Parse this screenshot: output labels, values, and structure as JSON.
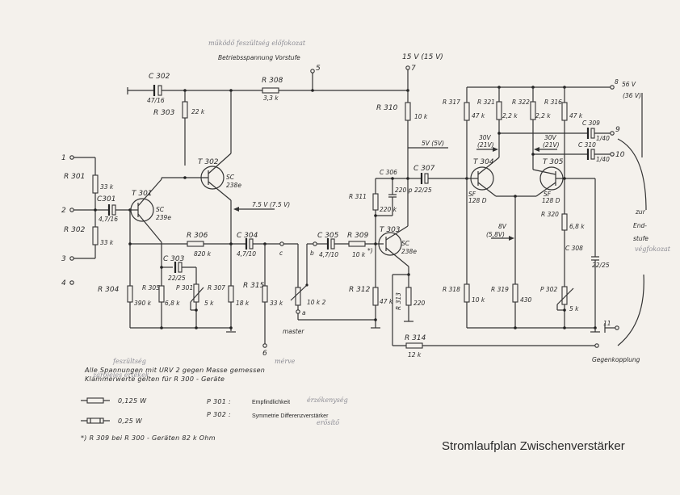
{
  "title": "Stromlaufplan Zwischenverstärker",
  "supply": {
    "label": "Betriebsspannung Vorstufe",
    "pencil_note": "működő feszültség előfokozat",
    "v15": "15 V (15 V)",
    "v56": "56 V",
    "v36": "(36 V)",
    "v5": "5V (5V)",
    "v75": "7.5 V (7.5 V)",
    "v30a": "30V",
    "v21a": "(21V)",
    "v30b": "30V",
    "v21b": "(21V)",
    "v8": "8V",
    "v58": "(5,8V)"
  },
  "terminals": [
    "1",
    "2",
    "3",
    "4",
    "5",
    "6",
    "7",
    "8",
    "9",
    "10",
    "11",
    "a",
    "b",
    "c"
  ],
  "components": {
    "C302": {
      "name": "C 302",
      "value": "47/16"
    },
    "R308": {
      "name": "R 308",
      "value": "3,3 k"
    },
    "R303": {
      "name": "R 303",
      "value": "22 k"
    },
    "R310": {
      "name": "R 310",
      "value": "10 k"
    },
    "R301": {
      "name": "R 301",
      "value": "33 k"
    },
    "R302": {
      "name": "R 302",
      "value": "33 k"
    },
    "C301": {
      "name": "C301",
      "value": "4,7/16"
    },
    "T301": {
      "name": "T 301",
      "type": "SC",
      "part": "239e"
    },
    "T302": {
      "name": "T 302",
      "type": "SC",
      "part": "238e"
    },
    "R306": {
      "name": "R 306",
      "value": "820 k"
    },
    "C304": {
      "name": "C 304",
      "value": "4,7/10"
    },
    "C303": {
      "name": "C 303",
      "value": "22/25"
    },
    "R304": {
      "name": "R 304",
      "value": "390 k"
    },
    "R305": {
      "name": "R 305",
      "value": "6,8 k"
    },
    "P301": {
      "name": "P 301",
      "value": "5 k"
    },
    "R307": {
      "name": "R 307",
      "value": "18 k"
    },
    "R315": {
      "name": "R 315",
      "value": "33 k"
    },
    "master": {
      "name": "master",
      "value": "10 k 2"
    },
    "C305": {
      "name": "C 305",
      "value": "4,7/10"
    },
    "R309": {
      "name": "R 309",
      "value": "10 k"
    },
    "R309_mark": "*)",
    "C306": {
      "name": "C 306",
      "value": "220 p"
    },
    "R311": {
      "name": "R 311",
      "value": "220 k"
    },
    "C307": {
      "name": "C 307",
      "value": "22/25"
    },
    "T303": {
      "name": "T 303",
      "type": "SC",
      "part": "238e"
    },
    "R312": {
      "name": "R 312",
      "value": "47 k"
    },
    "R313": {
      "name": "R 313",
      "value": "220"
    },
    "R314": {
      "name": "R 314",
      "value": "12 k"
    },
    "R317": {
      "name": "R 317",
      "value": "47 k"
    },
    "R321": {
      "name": "R 321",
      "value": "2,2 k"
    },
    "R322": {
      "name": "R 322",
      "value": "2,2 k"
    },
    "R316": {
      "name": "R 316",
      "value": "47 k"
    },
    "C309": {
      "name": "C 309",
      "value": "1/40"
    },
    "C310": {
      "name": "C 310",
      "value": "1/40"
    },
    "T304": {
      "name": "T 304",
      "type": "SF",
      "part": "128 D"
    },
    "T305": {
      "name": "T 305",
      "type": "SF",
      "part": "128 D"
    },
    "R320": {
      "name": "R 320",
      "value": "6,8 k"
    },
    "C308": {
      "name": "C 308",
      "value": "22/25"
    },
    "R318": {
      "name": "R 318",
      "value": "10 k"
    },
    "R319": {
      "name": "R 319",
      "value": "430"
    },
    "P302": {
      "name": "P 302",
      "value": "5 k"
    }
  },
  "annotations": {
    "zur": "zur",
    "endstufe_1": "End-",
    "endstufe_2": "stufe",
    "endstufe_pencil": "végfokozat",
    "gegenkopplung": "Gegenkopplung",
    "master_pencil": "mérve"
  },
  "notes": {
    "line1": "Alle Spannungen mit URV 2 gegen Masse gemessen",
    "line2": "Klammerwerte gelten für R 300 - Geräte",
    "pencil1": "feszültség",
    "pencil2": "mérve",
    "pencil3": "zárójeles értékek",
    "legend_0125": "0,125 W",
    "legend_025": "0,25 W",
    "footnote": "*) R 309 bei R 300 - Geräten 82 k Ohm",
    "p301_label": "P 301 :",
    "p301_desc": "Empfindlichkeit",
    "p301_pencil": "érzékenység",
    "p302_label": "P 302 :",
    "p302_desc": "Symmetrie Differenzverstärker",
    "p302_pencil": "erősítő"
  }
}
